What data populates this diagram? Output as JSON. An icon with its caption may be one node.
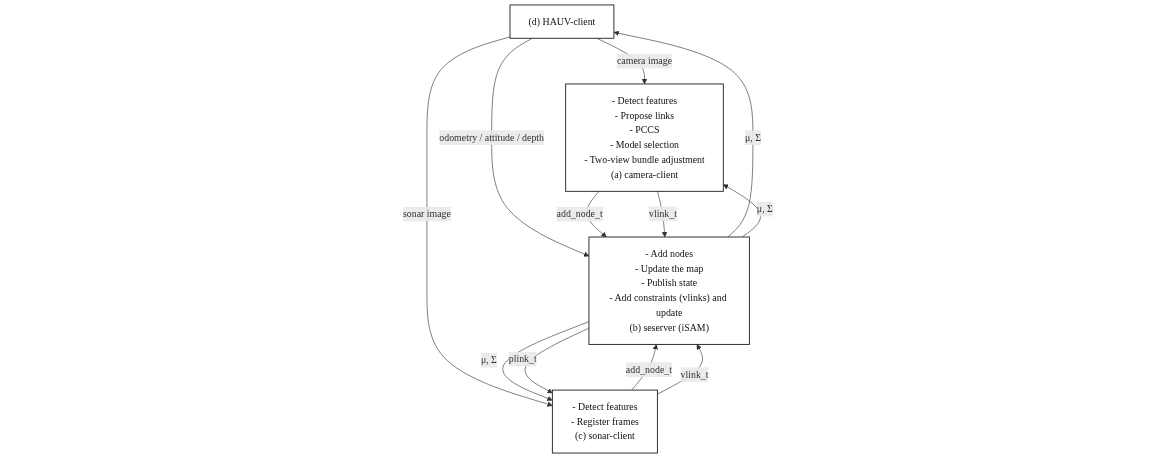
{
  "diagram": {
    "nodes": [
      {
        "text": [
          "(d) HAUV-client"
        ]
      },
      {
        "text": [
          "- Detect features",
          "- Propose links",
          "- PCCS",
          "- Model selection",
          "- Two-view bundle adjustment",
          "(a) camera-client"
        ]
      },
      {
        "text": [
          "- Add nodes",
          "- Update the map",
          "- Publish state",
          "- Add constraints (vlinks) and update",
          "(b) seserver (iSAM)"
        ]
      },
      {
        "text": [
          "- Detect features",
          "- Register frames",
          "(c) sonar-client"
        ]
      }
    ],
    "edges": [
      {
        "from": 0,
        "to": 1,
        "arrow": "to",
        "label": "camera image"
      },
      {
        "from": 2,
        "to": 0,
        "arrow": "to",
        "label": "μ, Σ"
      },
      {
        "from": 0,
        "to": 2,
        "arrow": "to",
        "label": "odometry / attitude / depth"
      },
      {
        "from": 0,
        "to": 3,
        "arrow": "to",
        "label": "sonar image"
      },
      {
        "from": 1,
        "to": 2,
        "arrow": "to",
        "label": "add_node_t"
      },
      {
        "from": 2,
        "to": 1,
        "arrow": "to",
        "label": "μ, Σ"
      },
      {
        "from": 1,
        "to": 2,
        "arrow": "to",
        "label": "vlink_t"
      },
      {
        "from": 3,
        "to": 2,
        "arrow": "to",
        "label": "add_node_t"
      },
      {
        "from": 2,
        "to": 3,
        "arrow": "to",
        "label": "μ, Σ"
      },
      {
        "from": 2,
        "to": 3,
        "arrow": "to",
        "label": "plink_t"
      },
      {
        "from": 3,
        "to": 2,
        "arrow": "to",
        "label": "vlink_t"
      }
    ]
  }
}
